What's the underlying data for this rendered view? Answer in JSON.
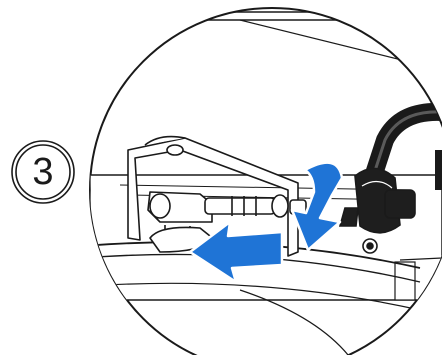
{
  "step": {
    "number": "3"
  },
  "illustration": {
    "icon": "magnified-detail-illustration",
    "arrows": [
      "push-down-arrow",
      "slide-left-arrow"
    ],
    "colors": {
      "arrow_fill": "#1f74d6",
      "line": "#1a1a1a",
      "background": "#ffffff"
    }
  }
}
